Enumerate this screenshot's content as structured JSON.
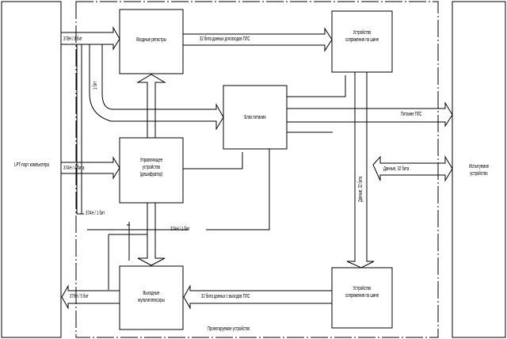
{
  "diagram": {
    "title": "Проектируемое устройство",
    "blocks": {
      "lpt": "LPT-порт компьютера",
      "input_registers": "Входные регистры",
      "bus_interface_top": "Устройство сопряжения по шине",
      "power_block": "Блок питания",
      "control_unit": "Управляющее устройство (дешифратор)",
      "output_mux": "Выходные мультиплексоры",
      "bus_interface_bottom": "Устройство сопряжения по шине",
      "target_device": "Испытуемое устройство"
    },
    "arrows": {
      "lpt_to_registers": "378H / 8 бит",
      "lpt_to_control": "37AH / 4 бита",
      "mux_to_lpt": "379H / 5 бит",
      "registers_to_bus": "32 бита данных для входов ПЛС",
      "bus_to_mux": "32 бита данных с выходов ПЛС",
      "power_out": "Питание ПЛС",
      "data_bidirectional": "Данные, 32 бита",
      "data_vertical": "Данные, 32 бита",
      "one_bit": "1 бит",
      "bit_label_left": "37AH / 1 бит",
      "bit_label_mid": "37AH / 1 бит"
    }
  }
}
